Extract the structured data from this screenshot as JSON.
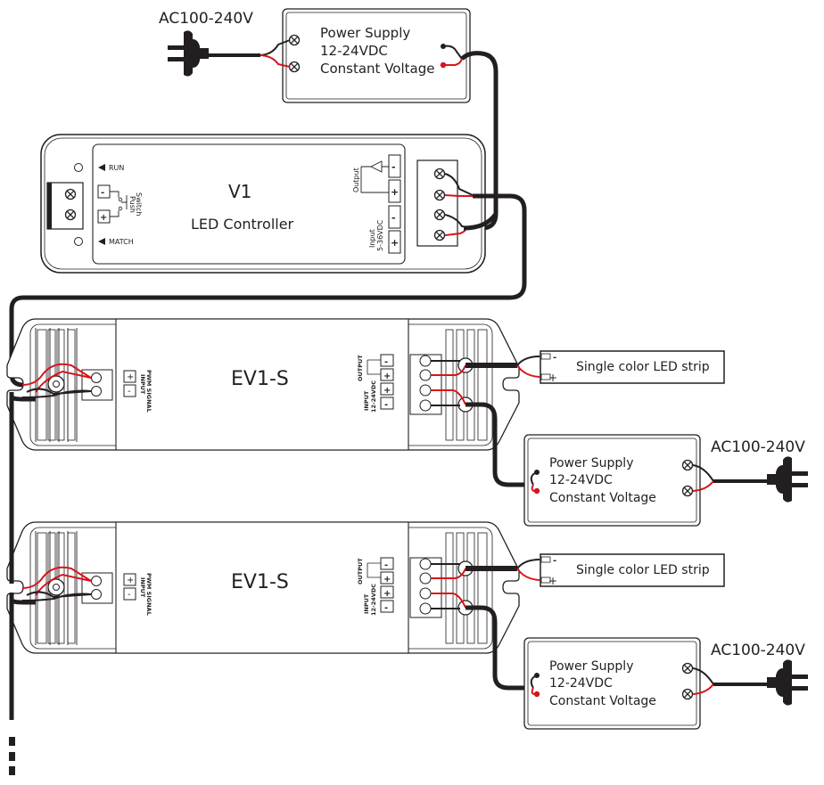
{
  "diagram": {
    "colors": {
      "wire_black": "#231f20",
      "wire_red": "#d7141a",
      "line": "#231f20"
    },
    "top_supply": {
      "ac_label": "AC100-240V",
      "lines": [
        "Power Supply",
        "12-24VDC",
        "Constant Voltage"
      ]
    },
    "controller": {
      "name": "V1",
      "subtitle": "LED Controller",
      "run_label": "RUN",
      "match_label": "MATCH",
      "push_switch_label": [
        "Push",
        "Switch"
      ],
      "output_label": "Output",
      "input_label": [
        "Input",
        "5-36VDC"
      ],
      "terminal_signs": [
        "-",
        "+",
        "-",
        "+"
      ],
      "switch_signs": [
        "-",
        "+"
      ]
    },
    "drivers": [
      {
        "name": "EV1-S",
        "input_label": [
          "INPUT",
          "PWM SIGNAL"
        ],
        "input_signs": [
          "+",
          "-"
        ],
        "output_label": "OUTPUT",
        "power_label": [
          "INPUT",
          "12-24VDC"
        ],
        "terminal_signs": [
          "-",
          "+",
          "+",
          "-"
        ],
        "strip_label": "Single color LED strip",
        "strip_signs": [
          "-",
          "+"
        ],
        "supply": {
          "ac_label": "AC100-240V",
          "lines": [
            "Power Supply",
            "12-24VDC",
            "Constant Voltage"
          ]
        }
      },
      {
        "name": "EV1-S",
        "input_label": [
          "INPUT",
          "PWM SIGNAL"
        ],
        "input_signs": [
          "+",
          "-"
        ],
        "output_label": "OUTPUT",
        "power_label": [
          "INPUT",
          "12-24VDC"
        ],
        "terminal_signs": [
          "-",
          "+",
          "+",
          "-"
        ],
        "strip_label": "Single color LED strip",
        "strip_signs": [
          "-",
          "+"
        ],
        "supply": {
          "ac_label": "AC100-240V",
          "lines": [
            "Power Supply",
            "12-24VDC",
            "Constant Voltage"
          ]
        }
      }
    ]
  }
}
